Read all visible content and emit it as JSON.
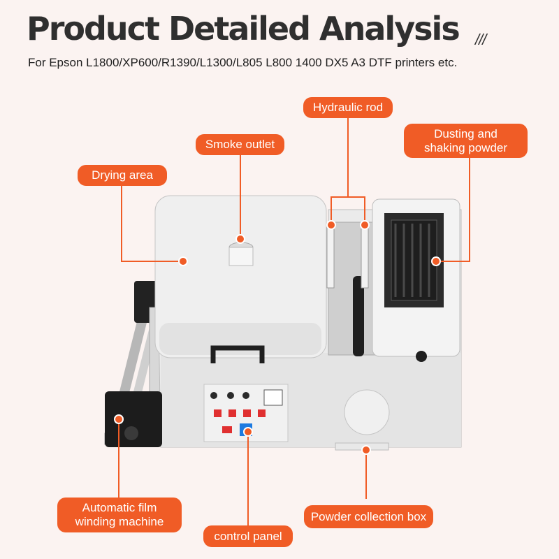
{
  "header": {
    "title": "Product Detailed Analysis",
    "subtitle": "For Epson L1800/XP600/R1390/L1300/L805 L800 1400 DX5 A3 DTF printers etc.",
    "decoration": "///"
  },
  "labels": {
    "hydraulic_rod": "Hydraulic rod",
    "smoke_outlet": "Smoke outlet",
    "dusting": "Dusting and\nshaking powder",
    "drying_area": "Drying area",
    "film_winding": "Automatic film\nwinding machine",
    "control_panel": "control panel",
    "powder_box": "Powder collection box"
  },
  "colors": {
    "accent": "#f05c26",
    "background": "#fbf3f1",
    "title": "#2f2f2f"
  }
}
